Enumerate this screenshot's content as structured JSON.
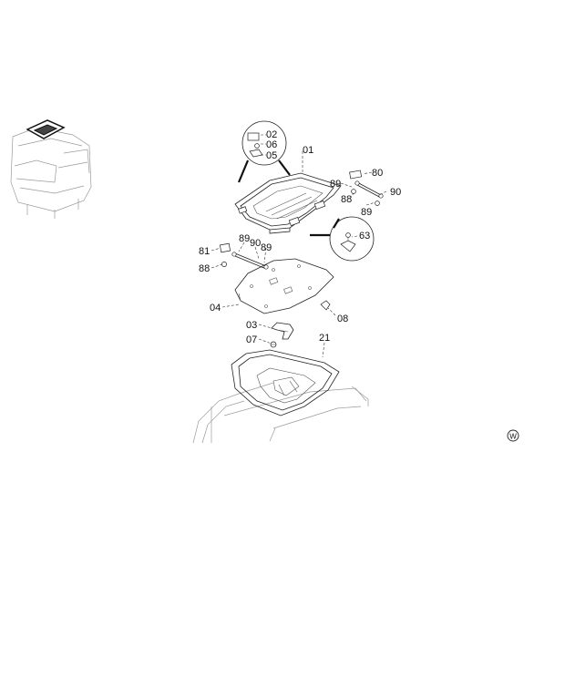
{
  "diagram": {
    "part_labels": {
      "p01": "01",
      "p02": "02",
      "p06": "06",
      "p05": "05",
      "p80": "80",
      "p89a": "89",
      "p88a": "88",
      "p90a": "90",
      "p89b": "89",
      "p63": "63",
      "p81": "81",
      "p89c": "89",
      "p90b": "90",
      "p89d": "89",
      "p88b": "88",
      "p04": "04",
      "p08": "08",
      "p03": "03",
      "p07": "07",
      "p21": "21"
    },
    "manufacturer_mark": "W"
  }
}
